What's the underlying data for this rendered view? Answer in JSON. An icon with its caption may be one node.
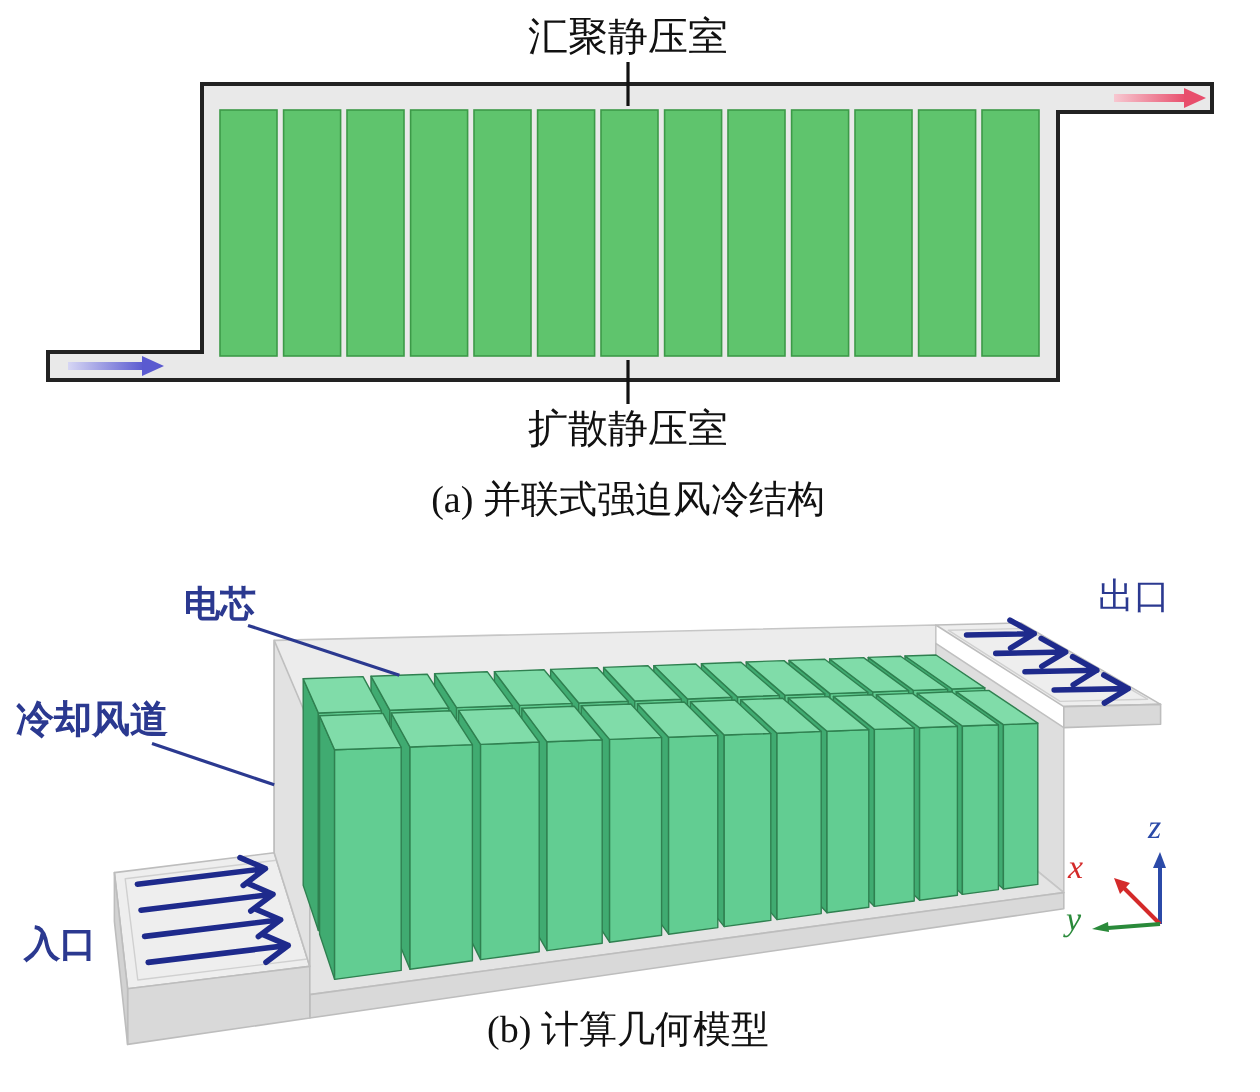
{
  "diagram": {
    "nodes": [
      {
        "text": [
          "汇聚静压室"
        ]
      },
      {
        "text": [
          "扩散静压室"
        ]
      },
      {
        "text": [
          "电芯"
        ]
      },
      {
        "text": [
          "冷却风道"
        ]
      },
      {
        "text": [],
        "shape": "box"
      }
    ],
    "edges": [
      {
        "from": 0,
        "to": null,
        "arrow": "none"
      },
      {
        "from": 1,
        "to": null,
        "arrow": "none"
      },
      {
        "from": 2,
        "to": null,
        "arrow": "none",
        "color": "#2b3990"
      },
      {
        "from": 3,
        "to": 4,
        "arrow": "none",
        "color": "#2b3990"
      }
    ],
    "labels": [
      "(a) 并联式强迫风冷结构",
      "出口",
      "z",
      "x",
      "y",
      "入口",
      "(b) 计算几何模型"
    ]
  }
}
